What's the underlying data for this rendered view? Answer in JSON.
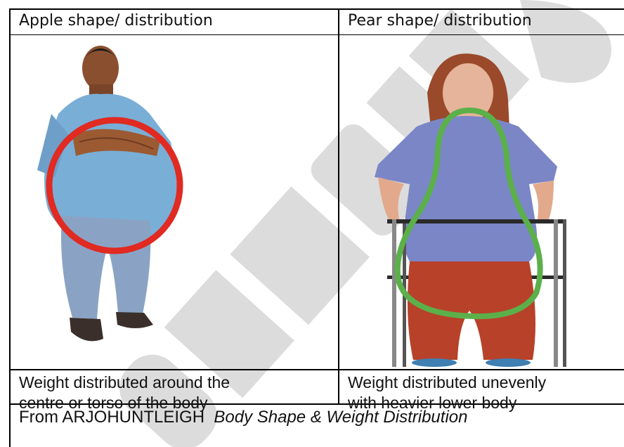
{
  "table": {
    "left_header": "Apple shape/ distribution",
    "right_header": "Pear shape/ distribution",
    "left_caption_line1": "Weight distributed around the",
    "left_caption_line2": "centre or torso of the body",
    "right_caption_line1": "Weight distributed unevenly",
    "right_caption_line2": "with heavier lower body",
    "source_prefix": "From ARJOHUNTLEIGH",
    "source_title": "Body Shape & Weight Distribution"
  },
  "watermark": {
    "text": "SAMPLE"
  },
  "colors": {
    "apple_circle": "#e02a22",
    "pear_outline": "#5bb04a",
    "watermark": "#d9d9d9"
  },
  "illustrations": {
    "left": "man-apple-shape-illustration",
    "right": "woman-pear-shape-illustration"
  }
}
